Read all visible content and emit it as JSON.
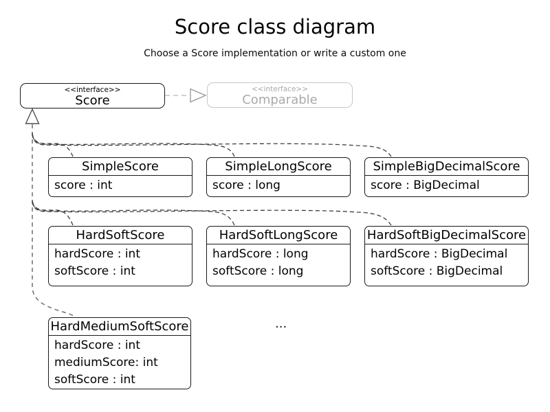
{
  "title": "Score class diagram",
  "subtitle": "Choose a Score implementation or write a custom one",
  "interfaces": {
    "score": {
      "stereotype": "<<interface>>",
      "name": "Score"
    },
    "comparable": {
      "stereotype": "<<interface>>",
      "name": "Comparable"
    }
  },
  "classes": [
    {
      "name": "SimpleScore",
      "attrs": [
        "score : int"
      ]
    },
    {
      "name": "SimpleLongScore",
      "attrs": [
        "score : long"
      ]
    },
    {
      "name": "SimpleBigDecimalScore",
      "attrs": [
        "score : BigDecimal"
      ]
    },
    {
      "name": "HardSoftScore",
      "attrs": [
        "hardScore : int",
        "softScore : int"
      ]
    },
    {
      "name": "HardSoftLongScore",
      "attrs": [
        "hardScore : long",
        "softScore : long"
      ]
    },
    {
      "name": "HardSoftBigDecimalScore",
      "attrs": [
        "hardScore : BigDecimal",
        "softScore : BigDecimal"
      ]
    },
    {
      "name": "HardMediumSoftScore",
      "attrs": [
        "hardScore : int",
        "mediumScore: int",
        "softScore : int"
      ]
    }
  ],
  "ellipsis": "...",
  "colors": {
    "class_border": "#181818",
    "text": "#000000",
    "muted_border": "#c6c6c6",
    "muted_text": "#a9a9a9",
    "realization_dark": "#3c3c3c",
    "realization_gray": "#6e6e6e",
    "dependency_gray": "#c4c4c4"
  }
}
